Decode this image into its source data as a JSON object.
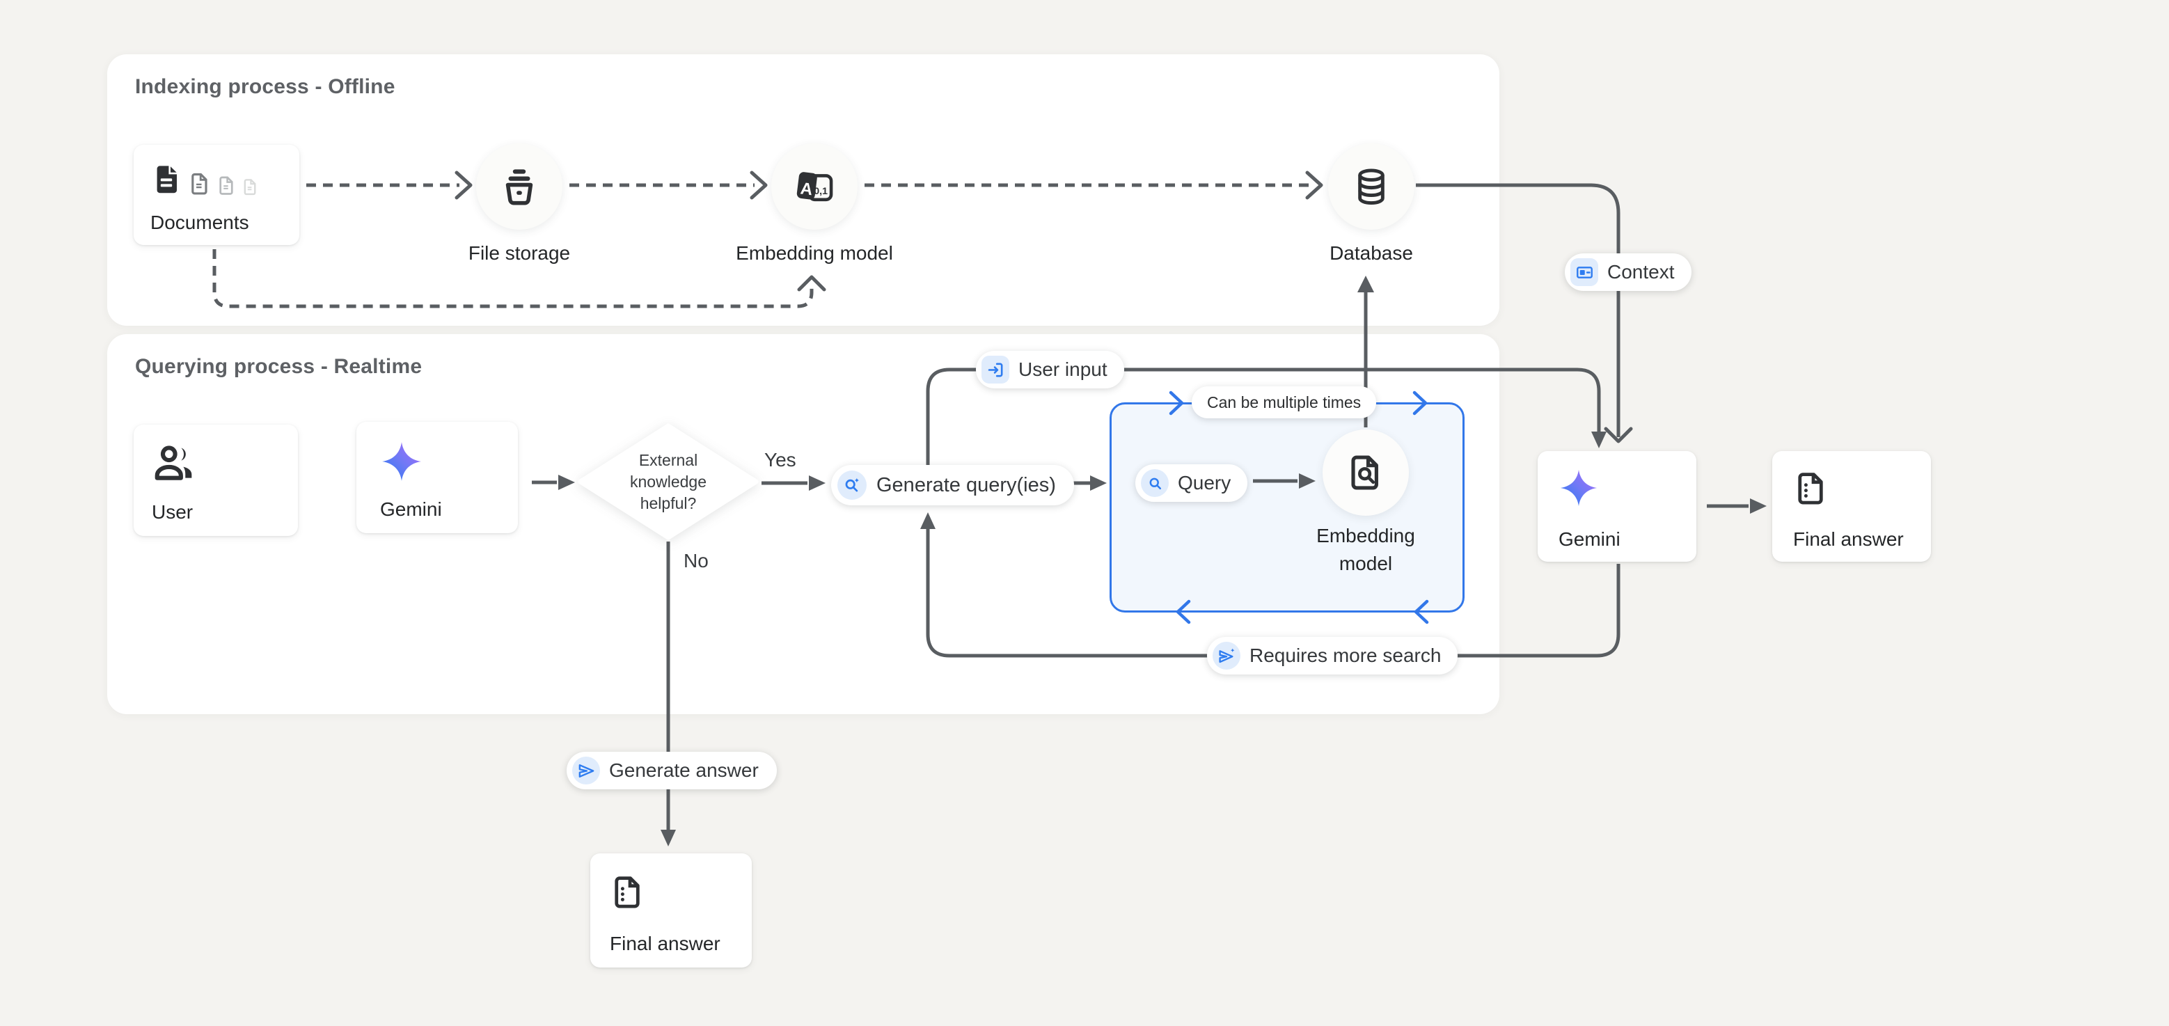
{
  "canvas": {
    "background": "#f4f3f0"
  },
  "colors": {
    "arrow": "#595d61",
    "accent_blue": "#2e7cf0",
    "chip_bg": "#e0ecfc",
    "loop_box_bg": "#f2f7fd",
    "loop_box_border": "#3277e9",
    "panel_bg": "#ffffff",
    "title_text": "#5e6165",
    "label_text": "#242628",
    "gemini_gradient_start": "#3179f2",
    "gemini_gradient_end": "#a26efa"
  },
  "panels": {
    "indexing": {
      "title": "Indexing process - Offline"
    },
    "querying": {
      "title": "Querying process - Realtime"
    }
  },
  "nodes": {
    "documents": {
      "label": "Documents",
      "icon": "documents-stack-icon"
    },
    "file_storage": {
      "label": "File storage",
      "icon": "storage-bucket-icon"
    },
    "embedding_model_offline": {
      "label": "Embedding model",
      "icon": "text-to-numbers-icon"
    },
    "database": {
      "label": "Database",
      "icon": "database-icon"
    },
    "user": {
      "label": "User",
      "icon": "people-icon"
    },
    "gemini_left": {
      "label": "Gemini",
      "icon": "gemini-star-icon"
    },
    "decision": {
      "label_lines": [
        "External",
        "knowledge",
        "helpful?"
      ]
    },
    "generate_query": {
      "label": "Generate query(ies)",
      "icon": "search-sparkle-icon"
    },
    "query": {
      "label": "Query",
      "icon": "search-icon"
    },
    "embedding_model_realtime": {
      "label_lines": [
        "Embedding",
        "model"
      ],
      "icon": "document-search-icon"
    },
    "gemini_right": {
      "label": "Gemini",
      "icon": "gemini-star-icon"
    },
    "final_answer_right": {
      "label": "Final answer",
      "icon": "document-icon"
    },
    "final_answer_bottom": {
      "label": "Final answer",
      "icon": "document-icon"
    }
  },
  "badges": {
    "user_input": {
      "label": "User input",
      "icon": "login-input-icon"
    },
    "context": {
      "label": "Context",
      "icon": "context-card-icon"
    },
    "can_be_multiple_times": {
      "label": "Can be multiple times"
    },
    "requires_more_search": {
      "label": "Requires more search",
      "icon": "send-sparkle-icon"
    },
    "generate_answer": {
      "label": "Generate answer",
      "icon": "send-icon"
    }
  },
  "edge_labels": {
    "yes": "Yes",
    "no": "No"
  }
}
